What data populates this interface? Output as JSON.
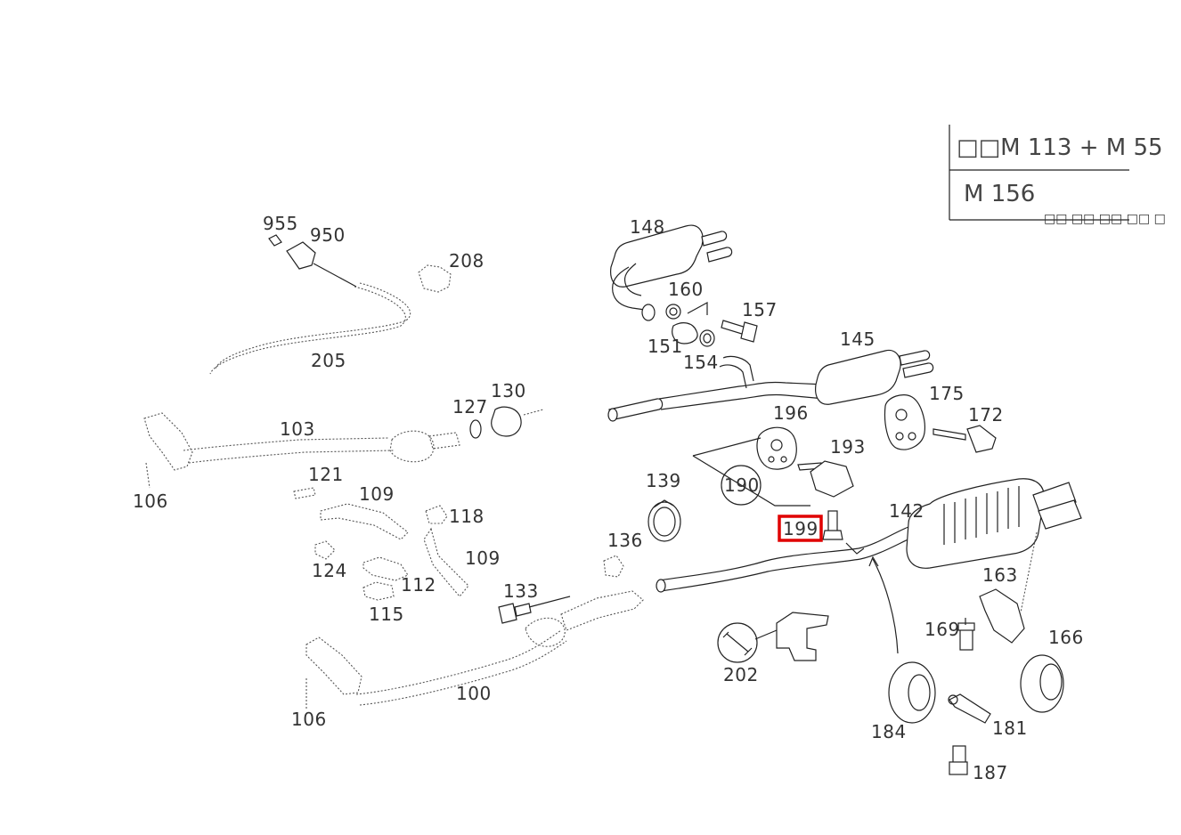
{
  "diagram": {
    "engine_box": {
      "line1": "□□M 113 + M 55",
      "line2": "M 156",
      "note": "□□ □□ □□ □□ □"
    },
    "callouts": [
      {
        "id": "c955",
        "text": "955"
      },
      {
        "id": "c950",
        "text": "950"
      },
      {
        "id": "c208",
        "text": "208"
      },
      {
        "id": "c205",
        "text": "205"
      },
      {
        "id": "c148",
        "text": "148"
      },
      {
        "id": "c160",
        "text": "160"
      },
      {
        "id": "c157",
        "text": "157"
      },
      {
        "id": "c151",
        "text": "151"
      },
      {
        "id": "c154",
        "text": "154"
      },
      {
        "id": "c145",
        "text": "145"
      },
      {
        "id": "c127",
        "text": "127"
      },
      {
        "id": "c130",
        "text": "130"
      },
      {
        "id": "c103",
        "text": "103"
      },
      {
        "id": "c196",
        "text": "196"
      },
      {
        "id": "c175",
        "text": "175"
      },
      {
        "id": "c172",
        "text": "172"
      },
      {
        "id": "c193",
        "text": "193"
      },
      {
        "id": "c106a",
        "text": "106"
      },
      {
        "id": "c121",
        "text": "121"
      },
      {
        "id": "c109a",
        "text": "109"
      },
      {
        "id": "c118",
        "text": "118"
      },
      {
        "id": "c190",
        "text": "190"
      },
      {
        "id": "c139",
        "text": "139"
      },
      {
        "id": "c199",
        "text": "199"
      },
      {
        "id": "c142",
        "text": "142"
      },
      {
        "id": "c136",
        "text": "136"
      },
      {
        "id": "c109b",
        "text": "109"
      },
      {
        "id": "c124",
        "text": "124"
      },
      {
        "id": "c112",
        "text": "112"
      },
      {
        "id": "c115",
        "text": "115"
      },
      {
        "id": "c133",
        "text": "133"
      },
      {
        "id": "c163",
        "text": "163"
      },
      {
        "id": "c169",
        "text": "169"
      },
      {
        "id": "c166",
        "text": "166"
      },
      {
        "id": "c202",
        "text": "202"
      },
      {
        "id": "c100",
        "text": "100"
      },
      {
        "id": "c106b",
        "text": "106"
      },
      {
        "id": "c184",
        "text": "184"
      },
      {
        "id": "c181",
        "text": "181"
      },
      {
        "id": "c187",
        "text": "187"
      }
    ],
    "highlight": {
      "callout": "199",
      "color": "#e00000"
    }
  }
}
